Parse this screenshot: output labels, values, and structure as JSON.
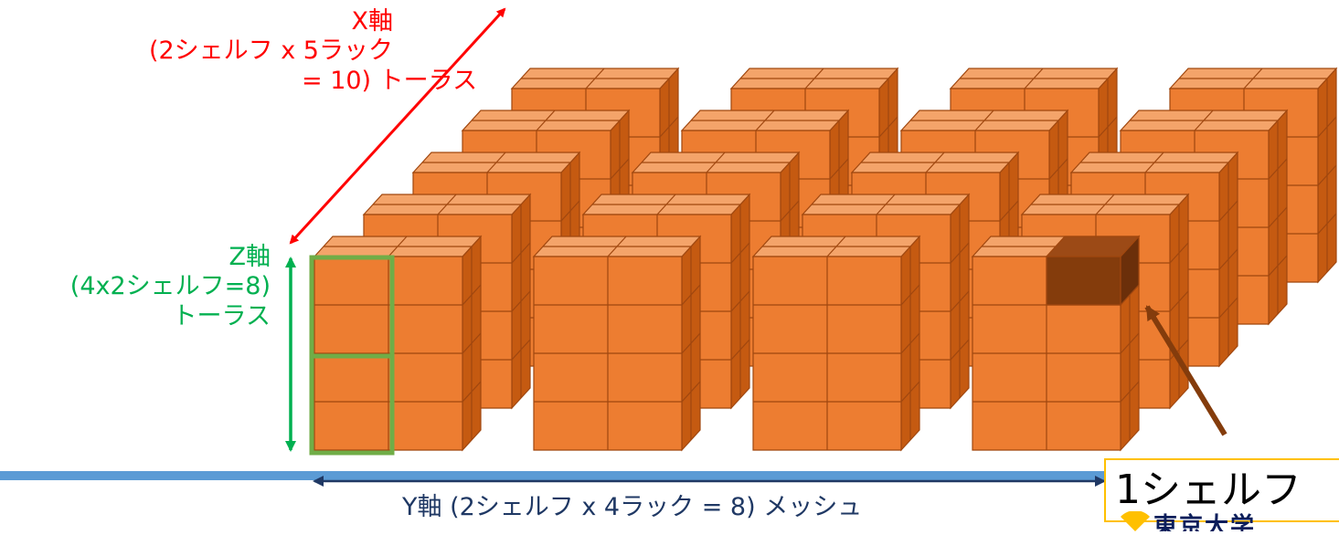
{
  "labels": {
    "x_axis": [
      "X軸",
      "(2シェルフ x 5ラック",
      "= 10) トーラス"
    ],
    "z_axis": [
      "Z軸",
      "(4x2シェルフ=8)",
      "トーラス"
    ],
    "y_axis": "Y軸 (2シェルフ x 4ラック = 8) メッシュ",
    "shelf_callout": "1シェルフ",
    "university_logo": "東京大学"
  },
  "structure": {
    "rack_columns": 4,
    "rack_rows": 5,
    "shelves_per_rack_vertical": 4,
    "shelves_per_rack_horizontal": 2
  },
  "colors": {
    "brick_front": "#ed7d31",
    "brick_top": "#f4a46a",
    "brick_side": "#c55a11",
    "brick_edge": "#a0470f",
    "highlight_shelf": "#843c0c",
    "x_axis": "#ff0000",
    "z_axis": "#00b050",
    "z_frame": "#70ad47",
    "y_axis": "#1f3864",
    "callout_border": "#ffc000",
    "callout_arrow": "#843c0c",
    "bottom_bar": "#5b9bd5"
  }
}
